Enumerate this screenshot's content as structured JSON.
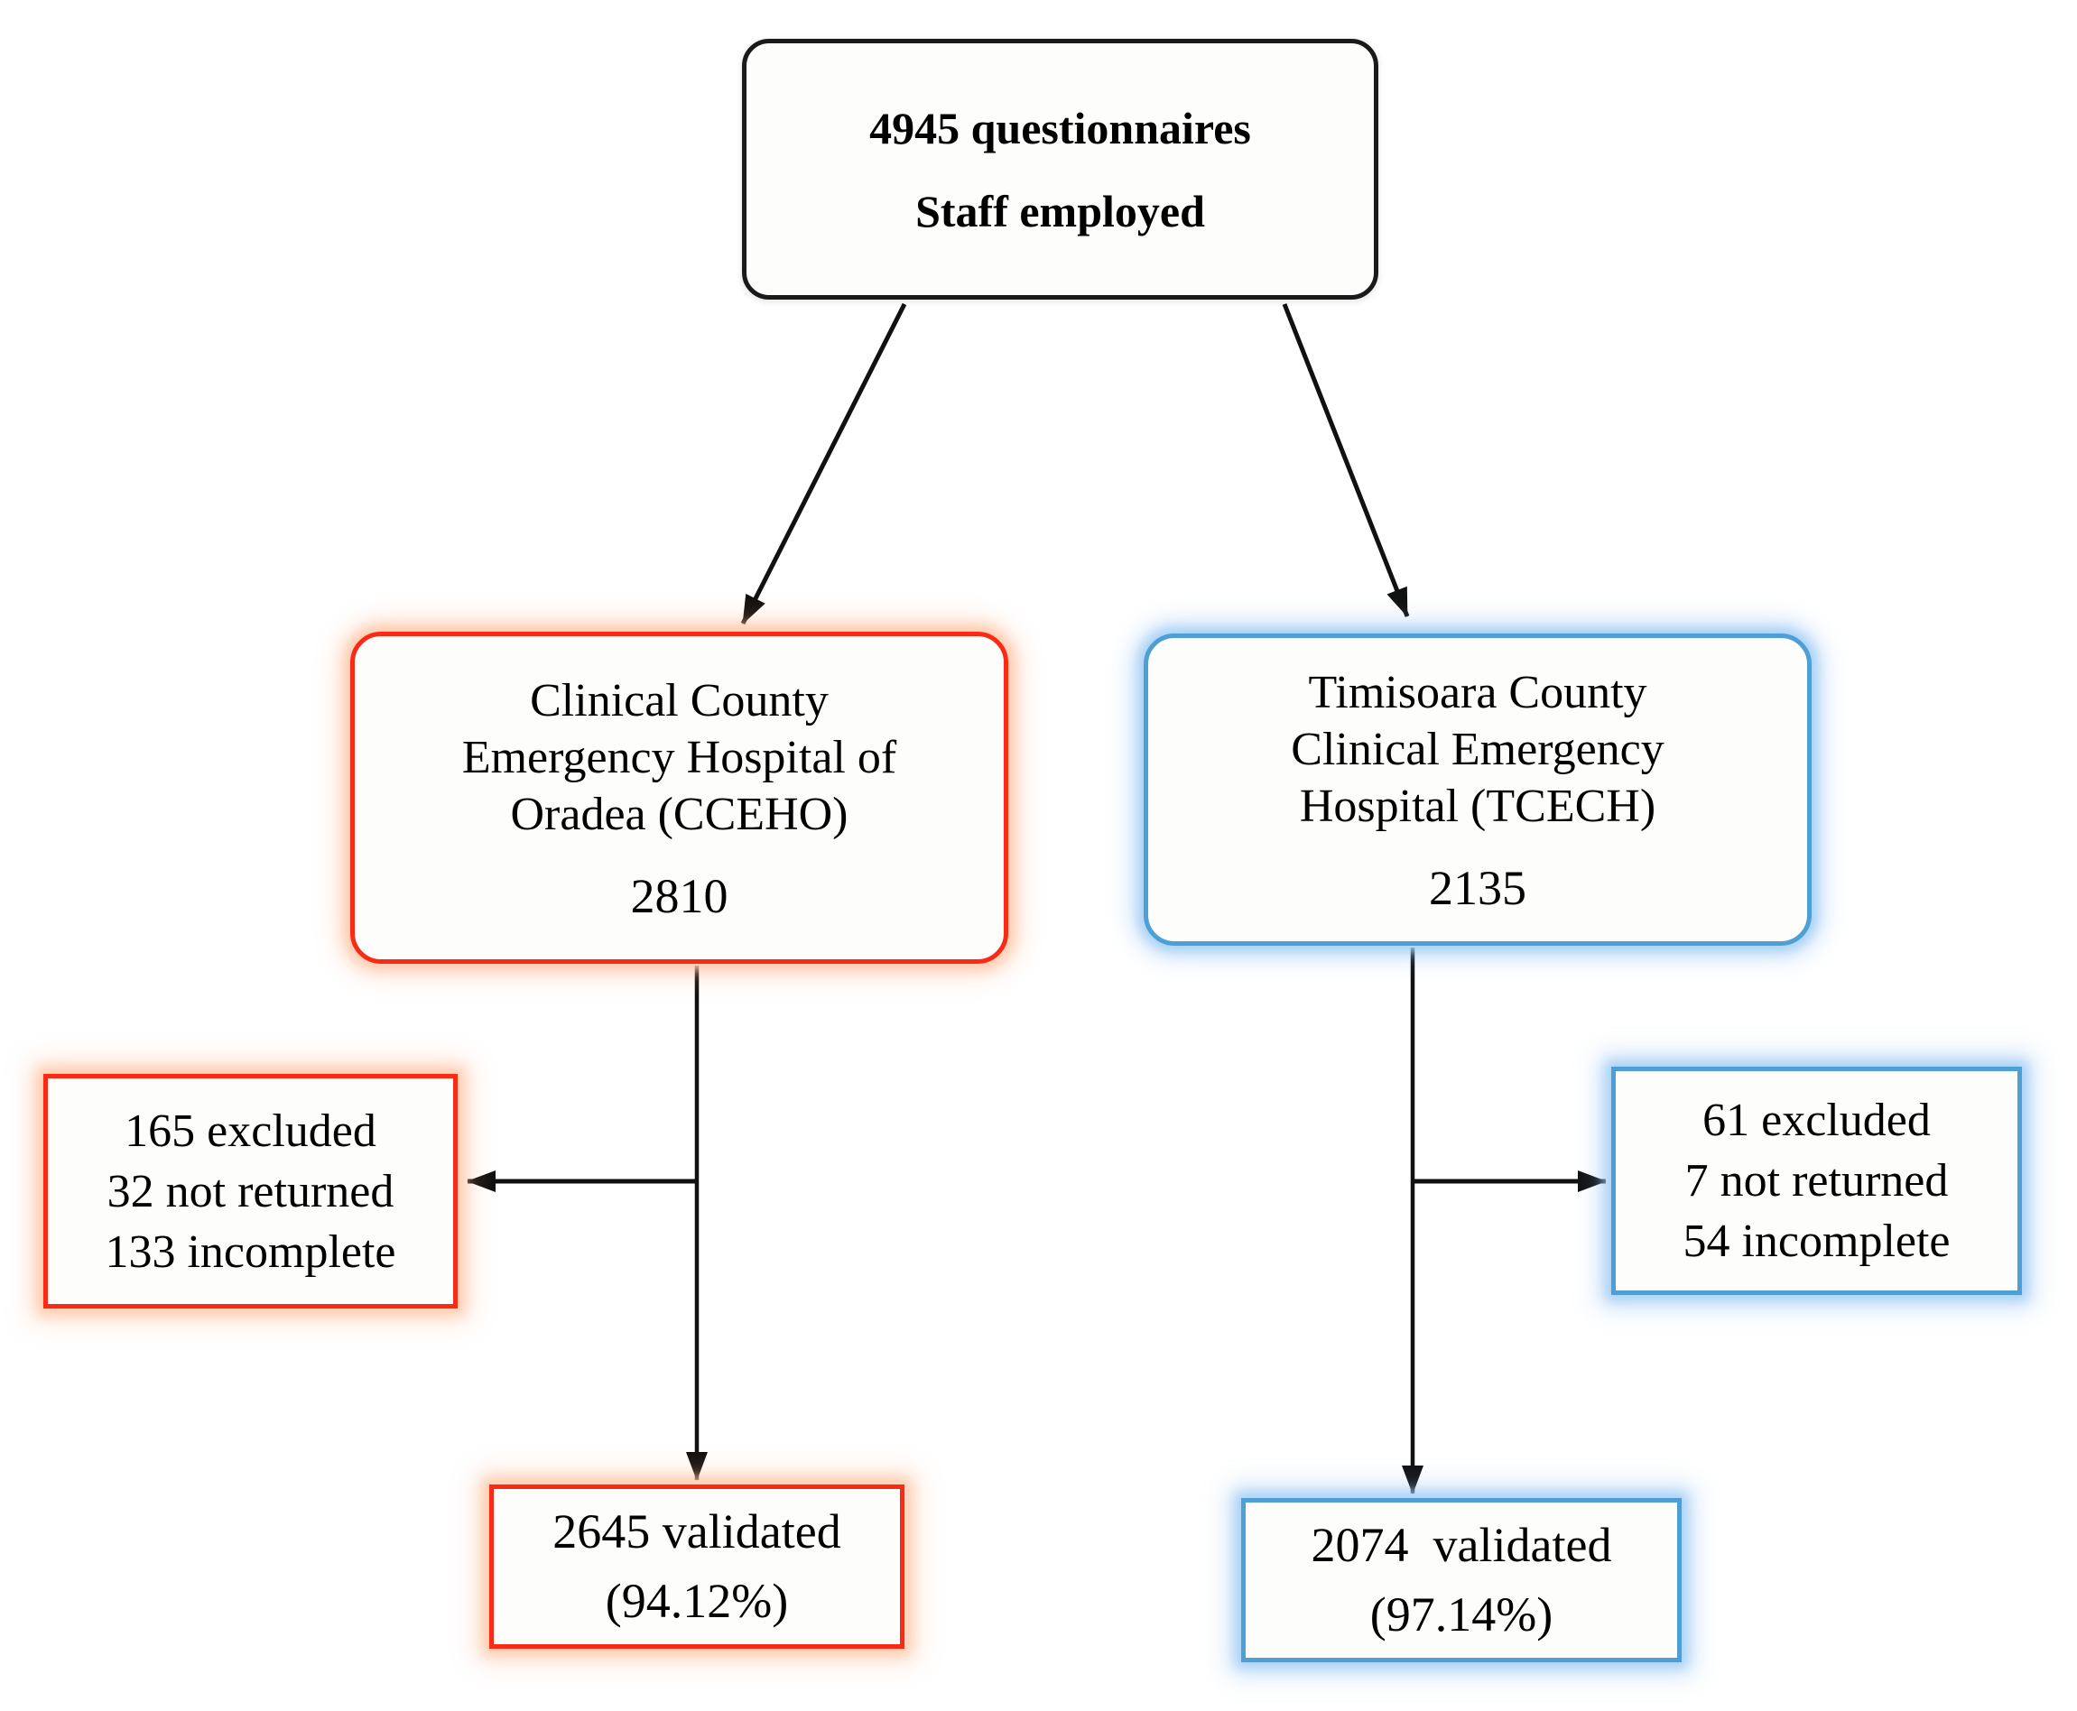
{
  "diagram": {
    "colors": {
      "background": "#ffffff",
      "text": "#000000",
      "line": "#111111",
      "box_border_dark": "#1a1a1a",
      "red_border": "#fa2b16",
      "red_glow": "#ffccae",
      "blue_border": "#4d9fd6",
      "blue_glow": "#a9d2f6"
    },
    "total_box": {
      "line1": "4945 questionnaires",
      "line2": "Staff employed"
    },
    "left_branch": {
      "hospital_box": {
        "name_lines": [
          "Clinical County",
          "Emergency Hospital of",
          "Oradea (CCEHO)"
        ],
        "count": "2810"
      },
      "excluded_box": {
        "lines": [
          "165 excluded",
          "32 not returned",
          "133 incomplete"
        ]
      },
      "validated_box": {
        "line1": "2645 validated",
        "line2": "(94.12%)"
      }
    },
    "right_branch": {
      "hospital_box": {
        "name_lines": [
          "Timisoara County",
          "Clinical Emergency",
          "Hospital (TCECH)"
        ],
        "count": "2135"
      },
      "excluded_box": {
        "lines": [
          "61 excluded",
          "7 not returned",
          "54 incomplete"
        ]
      },
      "validated_box": {
        "line1": "2074  validated",
        "line2": "(97.14%)"
      }
    }
  }
}
